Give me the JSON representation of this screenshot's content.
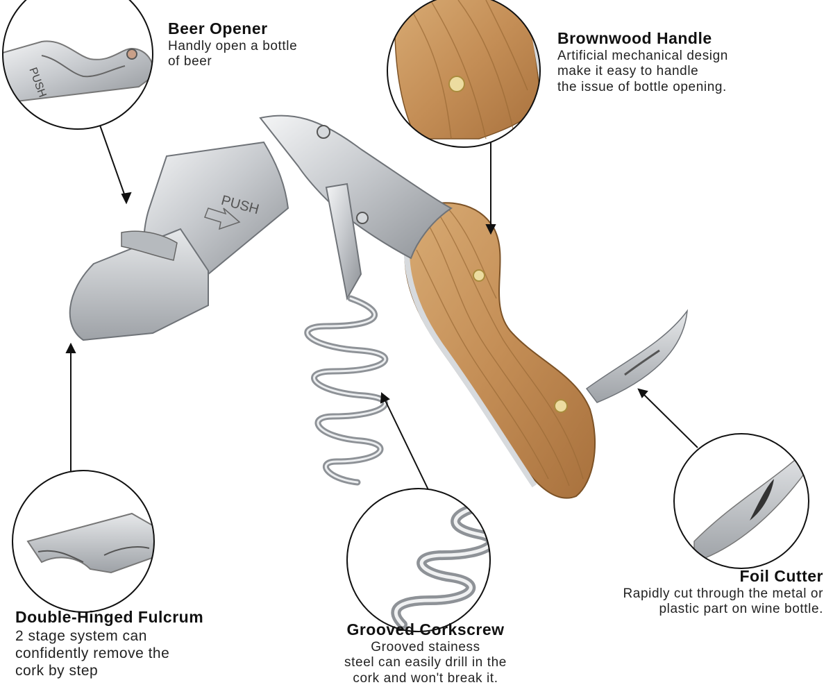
{
  "callouts": {
    "beer_opener": {
      "title": "Beer Opener",
      "lines": [
        "Handly open a bottle",
        "of beer"
      ]
    },
    "brownwood_handle": {
      "title": "Brownwood Handle",
      "lines": [
        "Artificial mechanical design",
        "make it easy to handle",
        "the issue of bottle opening."
      ]
    },
    "foil_cutter": {
      "title": "Foil Cutter",
      "lines": [
        "Rapidly cut through the metal or",
        "plastic part on wine bottle."
      ]
    },
    "double_hinged_fulcrum": {
      "title": "Double-Hinged Fulcrum",
      "lines": [
        "2 stage system can",
        "confidently remove the",
        "cork by step"
      ]
    },
    "grooved_corkscrew": {
      "title": "Grooved Corkscrew",
      "lines": [
        "Grooved stainess",
        "steel can easily drill in the",
        "cork and won't break it."
      ]
    }
  },
  "product_markings": {
    "push_main": "PUSH",
    "push_detail": "PUSH"
  },
  "colors": {
    "steel": "#c9ccd0",
    "wood": "#c99a63",
    "rivet": "#e9d9a0"
  }
}
